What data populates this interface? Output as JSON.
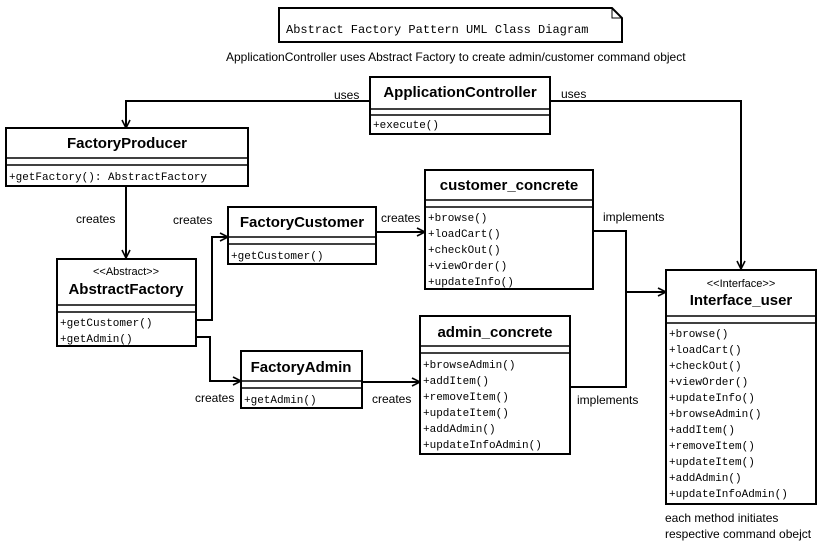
{
  "title": "Abstract Factory Pattern UML Class Diagram",
  "subtitle": "ApplicationController uses Abstract Factory to create admin/customer command object",
  "classes": {
    "application_controller": {
      "name": "ApplicationController",
      "ops": [
        "+execute()"
      ]
    },
    "factory_producer": {
      "name": "FactoryProducer",
      "ops": [
        "+getFactory(): AbstractFactory"
      ]
    },
    "abstract_factory": {
      "stereotype": "<<Abstract>>",
      "name": "AbstractFactory",
      "ops": [
        "+getCustomer()",
        "+getAdmin()"
      ]
    },
    "factory_customer": {
      "name": "FactoryCustomer",
      "ops": [
        "+getCustomer()"
      ]
    },
    "factory_admin": {
      "name": "FactoryAdmin",
      "ops": [
        "+getAdmin()"
      ]
    },
    "customer_concrete": {
      "name": "customer_concrete",
      "ops": [
        "+browse()",
        "+loadCart()",
        "+checkOut()",
        "+viewOrder()",
        "+updateInfo()"
      ]
    },
    "admin_concrete": {
      "name": "admin_concrete",
      "ops": [
        "+browseAdmin()",
        "+addItem()",
        "+removeItem()",
        "+updateItem()",
        "+addAdmin()",
        "+updateInfoAdmin()"
      ]
    },
    "interface_user": {
      "stereotype": "<<Interface>>",
      "name": "Interface_user",
      "ops": [
        "+browse()",
        "+loadCart()",
        "+checkOut()",
        "+viewOrder()",
        "+updateInfo()",
        "+browseAdmin()",
        "+addItem()",
        "+removeItem()",
        "+updateItem()",
        "+addAdmin()",
        "+updateInfoAdmin()"
      ]
    }
  },
  "labels": {
    "uses_left": "uses",
    "uses_right": "uses",
    "creates_producer": "creates",
    "creates_customer_factory": "creates",
    "creates_customer_concrete": "creates",
    "creates_admin_factory": "creates",
    "creates_admin_concrete": "creates",
    "implements_customer": "implements",
    "implements_admin": "implements"
  },
  "note": {
    "line1": "each method initiates",
    "line2": "respective command obejct"
  }
}
